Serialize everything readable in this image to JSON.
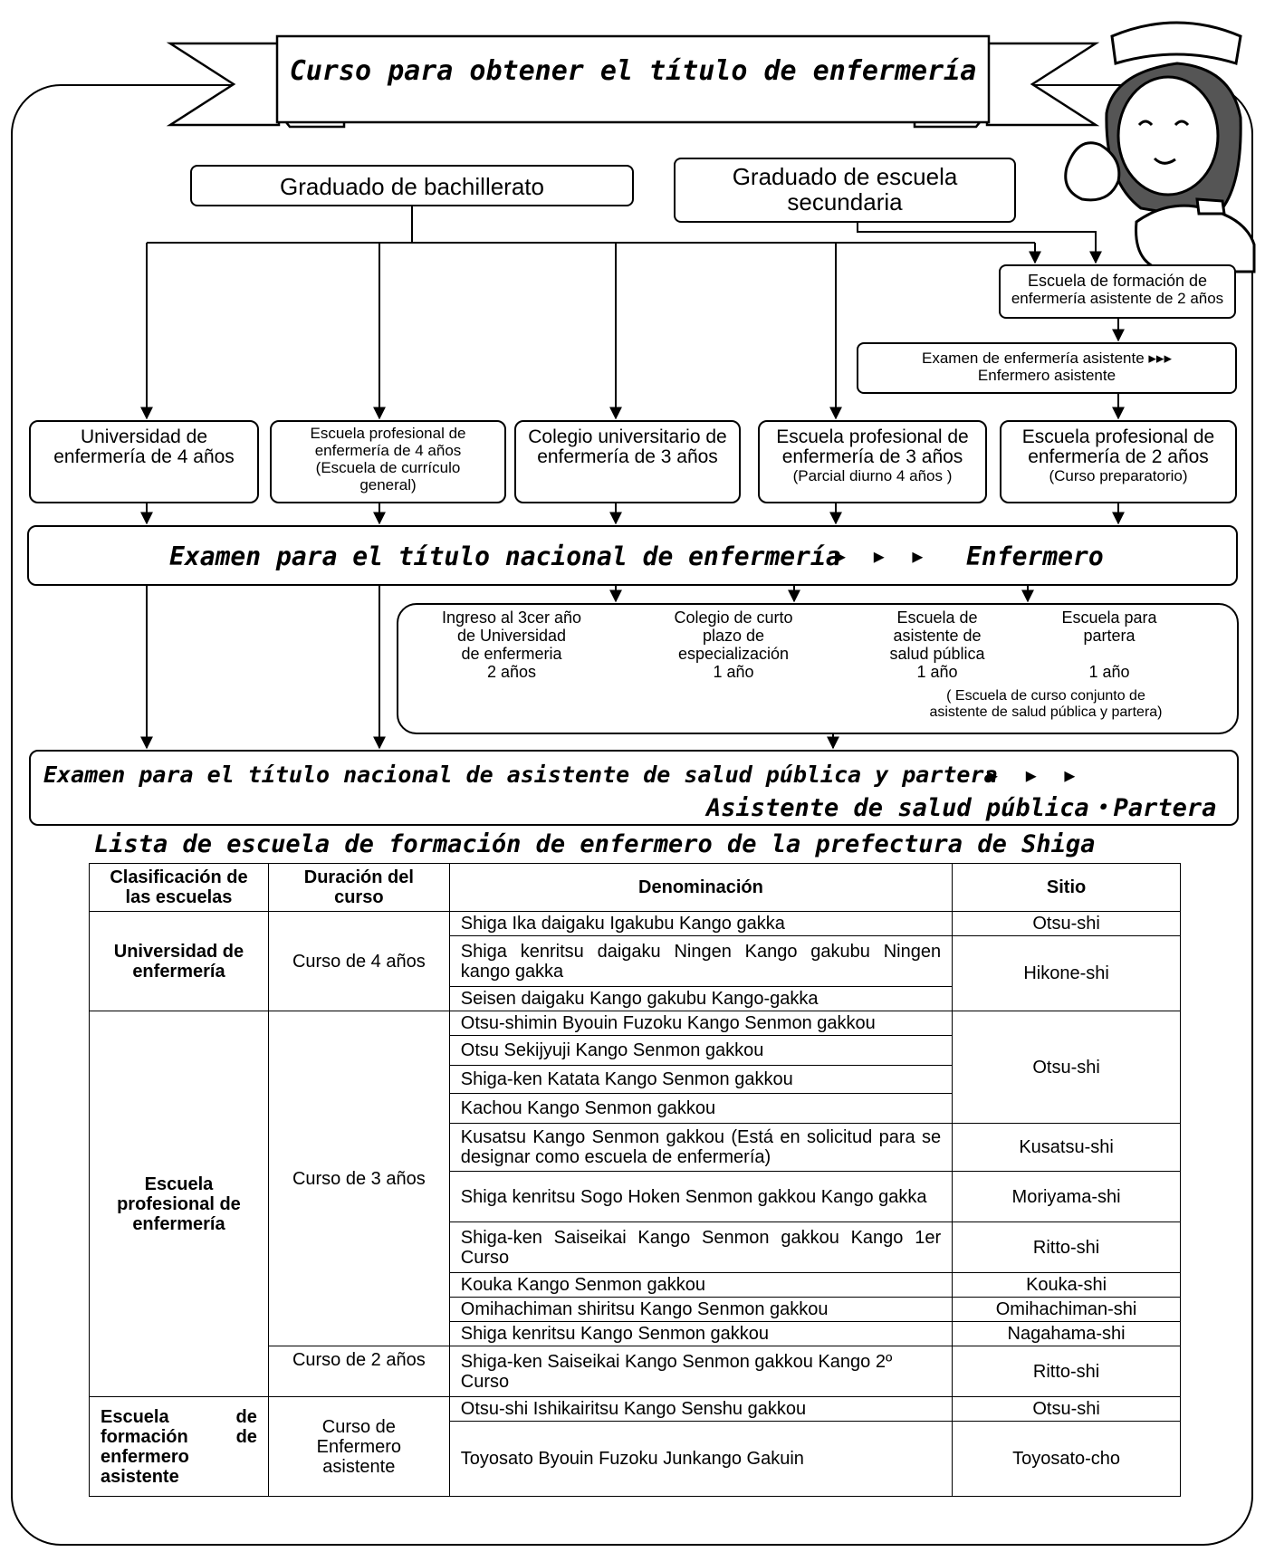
{
  "banner_title": "Curso para obtener el título de enfermería",
  "graduates": {
    "highschool": "Graduado de bachillerato",
    "secondary_line1": "Graduado de escuela",
    "secondary_line2": "secundaria"
  },
  "assistant_training": {
    "school_line1": "Escuela de formación de",
    "school_line2": "enfermería asistente de 2 años",
    "exam_line1": "Examen de enfermería asistente ▸▸▸",
    "exam_line2": "Enfermero asistente"
  },
  "schools": {
    "univ_line1": "Universidad de",
    "univ_line2": "enfermería de 4 años",
    "prof4_line1": "Escuela profesional de",
    "prof4_line2": "enfermería de 4 años",
    "prof4_line3": "(Escuela de currículo",
    "prof4_line4": "general)",
    "college3_line1": "Colegio universitario de",
    "college3_line2": "enfermería de 3 años",
    "prof3_line1": "Escuela profesional de",
    "prof3_line2": "enfermería de 3 años",
    "prof3_line3": "(Parcial diurno 4 años )",
    "prof2_line1": "Escuela profesional de",
    "prof2_line2": "enfermería de 2 años",
    "prof2_line3": "(Curso preparatorio)"
  },
  "national_exam": {
    "text": "Examen para el título nacional de enfermería",
    "arrows": "▸ ▸ ▸",
    "result": "Enfermero"
  },
  "further_studies": {
    "univ3_line1": "Ingreso al 3cer año",
    "univ3_line2": "de Universidad",
    "univ3_line3": "de enfermeria",
    "univ3_line4": "2 años",
    "short_line1": "Colegio de curto",
    "short_line2": "plazo de",
    "short_line3": "especialización",
    "short_line4": "1 año",
    "phn_line1": "Escuela de",
    "phn_line2": "asistente de",
    "phn_line3": "salud pública",
    "phn_line4": "1 año",
    "midwife_line1": "Escuela para",
    "midwife_line2": "partera",
    "midwife_line3": "1 año",
    "joint_line1": "( Escuela de curso conjunto de",
    "joint_line2": "asistente de salud pública y partera)"
  },
  "phn_exam": {
    "line1": "Examen para el título nacional de asistente de salud pública y partera",
    "arrows": "▸ ▸ ▸",
    "line2": "Asistente de salud pública・Partera"
  },
  "list_title": "Lista de escuela de formación de enfermero de la prefectura de Shiga",
  "table": {
    "headers": [
      "Clasificación de las escuelas",
      "Duración del curso",
      "Denominación",
      "Sitio"
    ],
    "cat_univ": "Universidad de enfermería",
    "cat_prof": "Escuela profesional de enfermería",
    "cat_asst": "Escuela de formación de enfermero asistente",
    "dur_4": "Curso de 4 años",
    "dur_3": "Curso de 3 años",
    "dur_2": "Curso de 2 años",
    "dur_asst": "Curso de Enfermero asistente",
    "names": [
      "Shiga Ika daigaku Igakubu Kango gakka",
      "Shiga kenritsu daigaku Ningen Kango gakubu Ningen kango gakka",
      "Seisen daigaku Kango gakubu Kango-gakka",
      "Otsu-shimin Byouin Fuzoku Kango Senmon gakkou",
      "Otsu Sekijyuji Kango Senmon gakkou",
      "Shiga-ken Katata Kango Senmon gakkou",
      "Kachou Kango Senmon gakkou",
      "Kusatsu Kango Senmon gakkou (Está en solicitud para se designar como escuela de enfermería)",
      "Shiga kenritsu Sogo Hoken Senmon gakkou Kango gakka",
      "Shiga-ken Saiseikai Kango Senmon gakkou Kango 1er Curso",
      "Kouka Kango Senmon gakkou",
      "Omihachiman shiritsu Kango Senmon gakkou",
      "Shiga kenritsu Kango Senmon gakkou",
      "Shiga-ken Saiseikai Kango Senmon gakkou Kango 2º Curso",
      "Otsu-shi Ishikairitsu Kango Senshu gakkou",
      "Toyosato Byouin Fuzoku Junkango Gakuin"
    ],
    "sites": {
      "otsu": "Otsu-shi",
      "hikone": "Hikone-shi",
      "kusatsu": "Kusatsu-shi",
      "moriyama": "Moriyama-shi",
      "ritto": "Ritto-shi",
      "kouka": "Kouka-shi",
      "omihachiman": "Omihachiman-shi",
      "nagahama": "Nagahama-shi",
      "toyosato": "Toyosato-cho"
    }
  }
}
